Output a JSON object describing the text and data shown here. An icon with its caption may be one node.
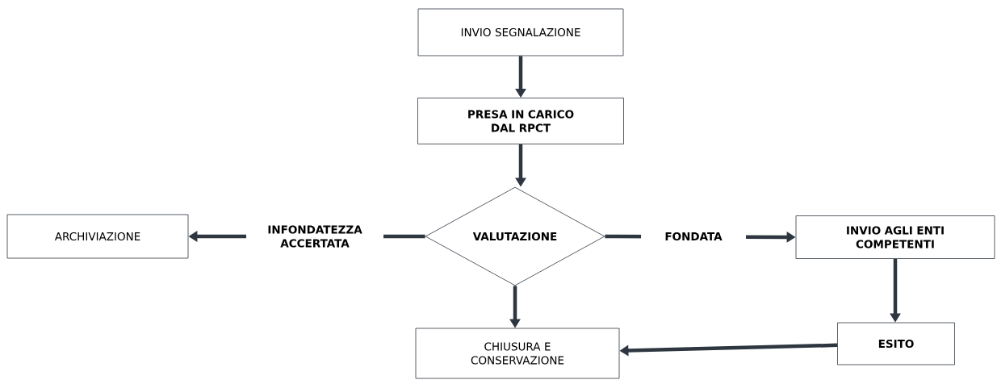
{
  "diagram": {
    "nodes": [
      {
        "text": [
          "INVIO SEGNALAZIONE"
        ]
      },
      {
        "text": [
          "PRESA IN CARICO DAL RPCT"
        ]
      },
      {
        "text": [
          "VALUTAZIONE"
        ]
      },
      {
        "text": [
          "ARCHIVIAZIONE"
        ]
      },
      {
        "text": [
          "INVIO AGLI ENTI COMPETENTI"
        ]
      },
      {
        "text": [
          "CHIUSURA E CONSERVAZIONE"
        ]
      },
      {
        "text": [
          "ESITO"
        ]
      }
    ],
    "edges": [
      {
        "from": 0,
        "to": 1,
        "arrow": "to"
      },
      {
        "from": 1,
        "to": 2,
        "arrow": "to"
      },
      {
        "from": 2,
        "to": 3,
        "arrow": "to",
        "label": "INFONDATEZZA ACCERTATA"
      },
      {
        "from": 2,
        "to": 4,
        "arrow": "to",
        "label": "FONDATA"
      },
      {
        "from": 2,
        "to": 5,
        "arrow": "to"
      },
      {
        "from": 4,
        "to": 6,
        "arrow": "to"
      },
      {
        "from": 6,
        "to": 5,
        "arrow": "to"
      }
    ]
  }
}
